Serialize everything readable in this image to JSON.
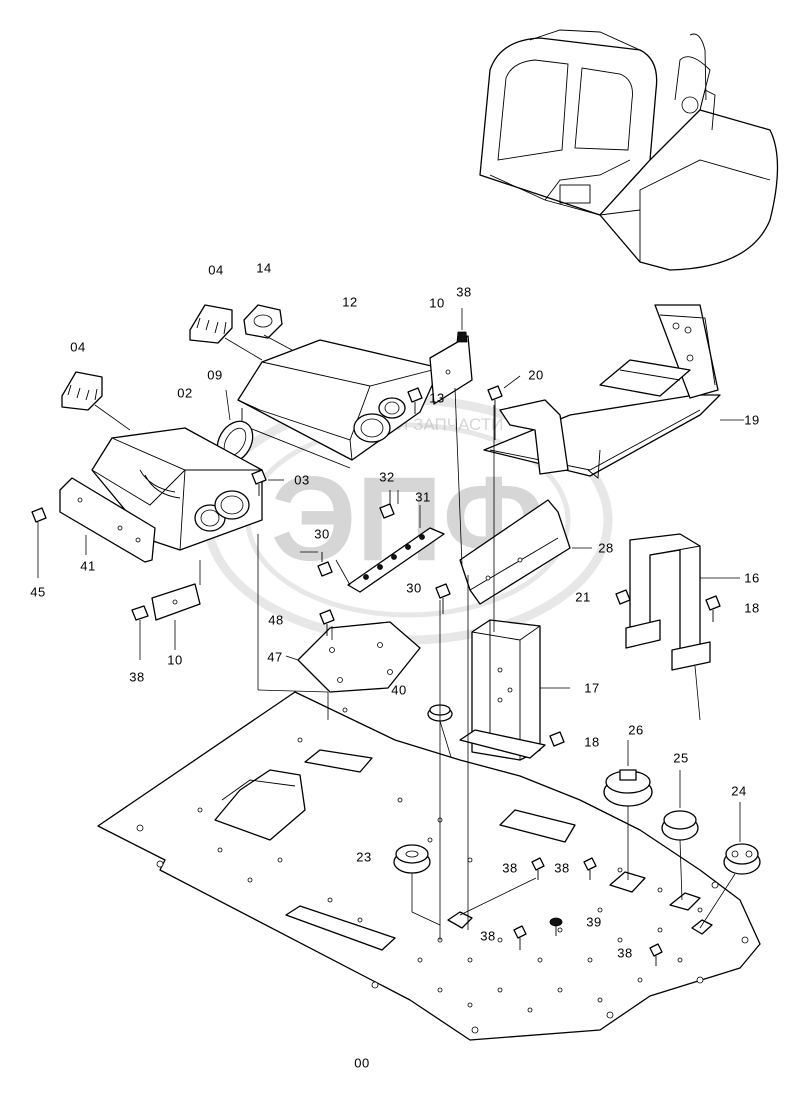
{
  "watermark": {
    "logo_text": "ЭПФ",
    "banner_text": "ТЕХНИКА И ЗАПЧАСТИ"
  },
  "callouts": [
    {
      "id": "c-04a",
      "text": "04"
    },
    {
      "id": "c-14",
      "text": "14"
    },
    {
      "id": "c-38a",
      "text": "38"
    },
    {
      "id": "c-12",
      "text": "12"
    },
    {
      "id": "c-10a",
      "text": "10"
    },
    {
      "id": "c-04b",
      "text": "04"
    },
    {
      "id": "c-09",
      "text": "09"
    },
    {
      "id": "c-02",
      "text": "02"
    },
    {
      "id": "c-13",
      "text": "13"
    },
    {
      "id": "c-20",
      "text": "20"
    },
    {
      "id": "c-19",
      "text": "19"
    },
    {
      "id": "c-03",
      "text": "03"
    },
    {
      "id": "c-32",
      "text": "32"
    },
    {
      "id": "c-31",
      "text": "31"
    },
    {
      "id": "c-28",
      "text": "28"
    },
    {
      "id": "c-30a",
      "text": "30"
    },
    {
      "id": "c-30b",
      "text": "30"
    },
    {
      "id": "c-16",
      "text": "16"
    },
    {
      "id": "c-21",
      "text": "21"
    },
    {
      "id": "c-18a",
      "text": "18"
    },
    {
      "id": "c-45",
      "text": "45"
    },
    {
      "id": "c-41",
      "text": "41"
    },
    {
      "id": "c-10b",
      "text": "10"
    },
    {
      "id": "c-38b",
      "text": "38"
    },
    {
      "id": "c-48",
      "text": "48"
    },
    {
      "id": "c-47",
      "text": "47"
    },
    {
      "id": "c-40",
      "text": "40"
    },
    {
      "id": "c-17",
      "text": "17"
    },
    {
      "id": "c-18b",
      "text": "18"
    },
    {
      "id": "c-26",
      "text": "26"
    },
    {
      "id": "c-25",
      "text": "25"
    },
    {
      "id": "c-24",
      "text": "24"
    },
    {
      "id": "c-23",
      "text": "23"
    },
    {
      "id": "c-38c",
      "text": "38"
    },
    {
      "id": "c-38d",
      "text": "38"
    },
    {
      "id": "c-39",
      "text": "39"
    },
    {
      "id": "c-38e",
      "text": "38"
    },
    {
      "id": "c-38f",
      "text": "38"
    },
    {
      "id": "c-00",
      "text": "00"
    }
  ]
}
